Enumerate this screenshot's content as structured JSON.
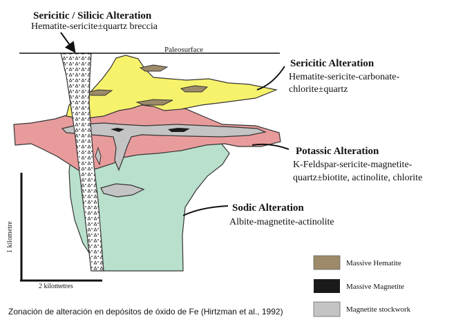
{
  "labels": {
    "sericitic_silicic_title": "Sericitic / Silicic Alteration",
    "sericitic_silicic_desc": "Hematite-sericite±quartz breccia",
    "paleosurface": "Paleosurface",
    "sericitic_title": "Sericitic Alteration",
    "sericitic_desc_1": "Hematite-sericite-carbonate-",
    "sericitic_desc_2": "chlorite±quartz",
    "potassic_title": "Potassic Alteration",
    "potassic_desc_1": "K-Feldspar-sericite-magnetite-",
    "potassic_desc_2": "quartz±biotite, actinolite, chlorite",
    "sodic_title": "Sodic Alteration",
    "sodic_desc": "Albite-magnetite-actinolite"
  },
  "scale": {
    "vertical": "1 kilometre",
    "horizontal": "2 kilometres"
  },
  "legend": [
    {
      "label": "Massive Hematite",
      "color": "#9c8a68"
    },
    {
      "label": "Massive Magnetite",
      "color": "#1a1a1a"
    },
    {
      "label": "Magnetite stockwork",
      "color": "#c4c4c4"
    }
  ],
  "colors": {
    "sericitic": "#f7f26c",
    "potassic": "#e89b9b",
    "sodic": "#b9e0cc",
    "stockwork": "#c4c4c4",
    "hematite": "#9c8a68",
    "magnetite": "#1a1a1a"
  },
  "caption": "Zonación de alteración en depósitos de óxido de Fe (Hirtzman et al., 1992)"
}
